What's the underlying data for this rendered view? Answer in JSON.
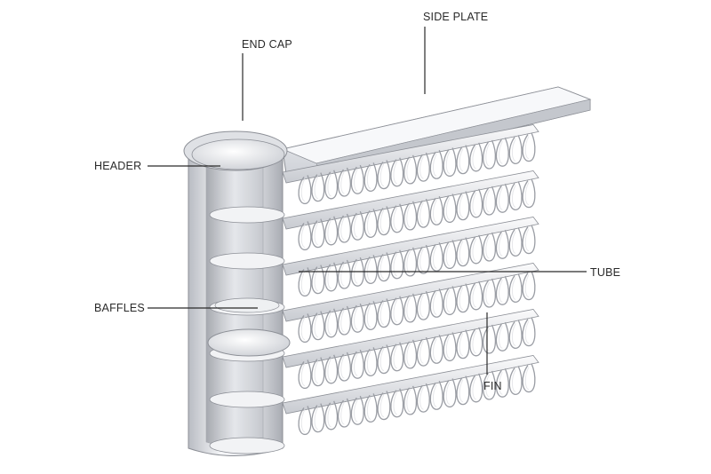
{
  "diagram": {
    "labels": {
      "side_plate": "SIDE PLATE",
      "end_cap": "END CAP",
      "header": "HEADER",
      "tube": "TUBE",
      "baffles": "BAFFLES",
      "fin": "FIN"
    },
    "rows": 6,
    "colors": {
      "line": "#2a2a2a",
      "metal_light": "#f4f5f7",
      "metal_mid": "#d9dbe0",
      "metal_dark": "#a9acb3",
      "outline": "#8c8f96"
    }
  }
}
